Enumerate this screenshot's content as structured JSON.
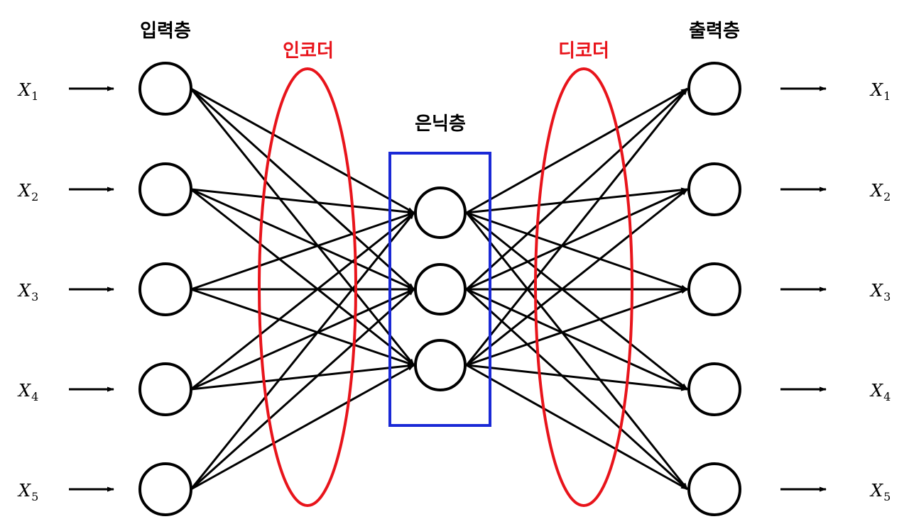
{
  "labels": {
    "input_layer": "입력층",
    "hidden_layer": "은닉층",
    "output_layer": "출력층",
    "encoder": "인코더",
    "decoder": "디코더"
  },
  "inputs": [
    {
      "var": "X",
      "sub": "1"
    },
    {
      "var": "X",
      "sub": "2"
    },
    {
      "var": "X",
      "sub": "3"
    },
    {
      "var": "X",
      "sub": "4"
    },
    {
      "var": "X",
      "sub": "5"
    }
  ],
  "outputs": [
    {
      "var": "X",
      "sub": "1"
    },
    {
      "var": "X",
      "sub": "2"
    },
    {
      "var": "X",
      "sub": "3"
    },
    {
      "var": "X",
      "sub": "4"
    },
    {
      "var": "X",
      "sub": "5"
    }
  ],
  "network": {
    "input_nodes": 5,
    "hidden_nodes": 3,
    "output_nodes": 5,
    "fully_connected": true
  },
  "colors": {
    "encoder_decoder": "#e8141b",
    "hidden_box": "#1a29d6",
    "line": "#000000"
  }
}
